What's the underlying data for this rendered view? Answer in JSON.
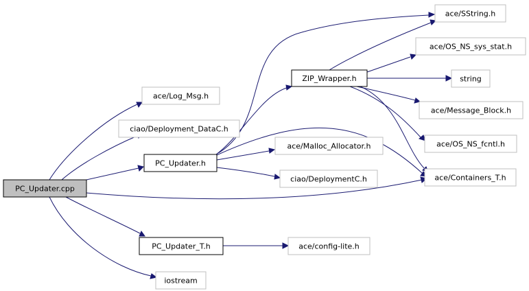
{
  "colors": {
    "edge": "#191970",
    "root_fill": "#bfbfbf",
    "grey_border": "#bfbfbf",
    "dark_border": "#000000"
  },
  "nodes": {
    "pc_updater_cpp": "PC_Updater.cpp",
    "ace_log_msg_h": "ace/Log_Msg.h",
    "ciao_deployment_datac_h": "ciao/Deployment_DataC.h",
    "pc_updater_h": "PC_Updater.h",
    "ace_containers_t_h": "ace/Containers_T.h",
    "pc_updater_t_h": "PC_Updater_T.h",
    "iostream": "iostream",
    "zip_wrapper_h": "ZIP_Wrapper.h",
    "ace_malloc_allocator_h": "ace/Malloc_Allocator.h",
    "ciao_deploymentc_h": "ciao/DeploymentC.h",
    "ace_sstring_h": "ace/SString.h",
    "ace_os_ns_sys_stat_h": "ace/OS_NS_sys_stat.h",
    "string": "string",
    "ace_message_block_h": "ace/Message_Block.h",
    "ace_os_ns_fcntl_h": "ace/OS_NS_fcntl.h",
    "ace_config_lite_h": "ace/config-lite.h"
  }
}
